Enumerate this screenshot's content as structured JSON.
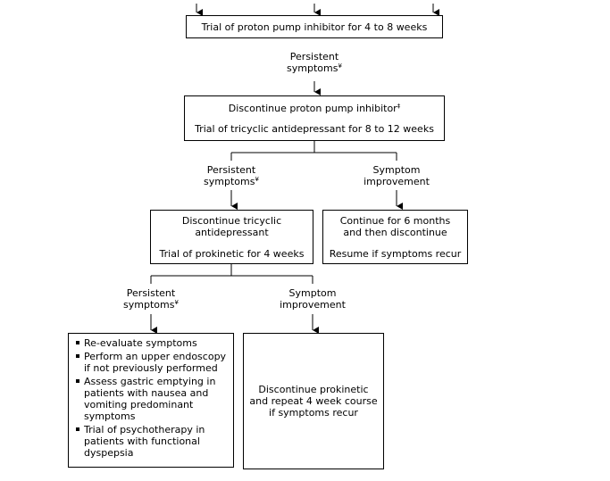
{
  "box1": {
    "text": "Trial of proton pump inhibitor for 4 to 8 weeks"
  },
  "label1": {
    "line1": "Persistent",
    "line2": "symptoms",
    "mark": "¥"
  },
  "box2": {
    "line1": "Discontinue proton pump inhibitor",
    "line1_mark": "‡",
    "line2": "Trial of tricyclic antidepressant for 8 to 12 weeks"
  },
  "label2_left": {
    "line1": "Persistent",
    "line2": "symptoms",
    "mark": "¥"
  },
  "label2_right": {
    "line1": "Symptom",
    "line2": "improvement"
  },
  "box3": {
    "line1": "Discontinue tricyclic",
    "line2": "antidepressant",
    "line3": "Trial of prokinetic for 4 weeks"
  },
  "box4": {
    "line1": "Continue for 6 months",
    "line2": "and then discontinue",
    "line3": "Resume if symptoms recur"
  },
  "label3_left": {
    "line1": "Persistent",
    "line2": "symptoms",
    "mark": "¥"
  },
  "label3_right": {
    "line1": "Symptom",
    "line2": "improvement"
  },
  "box5": {
    "items": [
      "Re-evaluate symptoms",
      "Perform an upper endoscopy if not previously performed",
      "Assess gastric emptying in patients with nausea and vomiting predominant symptoms",
      "Trial of psychotherapy in patients with functional dyspepsia"
    ]
  },
  "box6": {
    "line1": "Discontinue prokinetic",
    "line2": "and repeat 4 week course",
    "line3": "if symptoms recur"
  }
}
